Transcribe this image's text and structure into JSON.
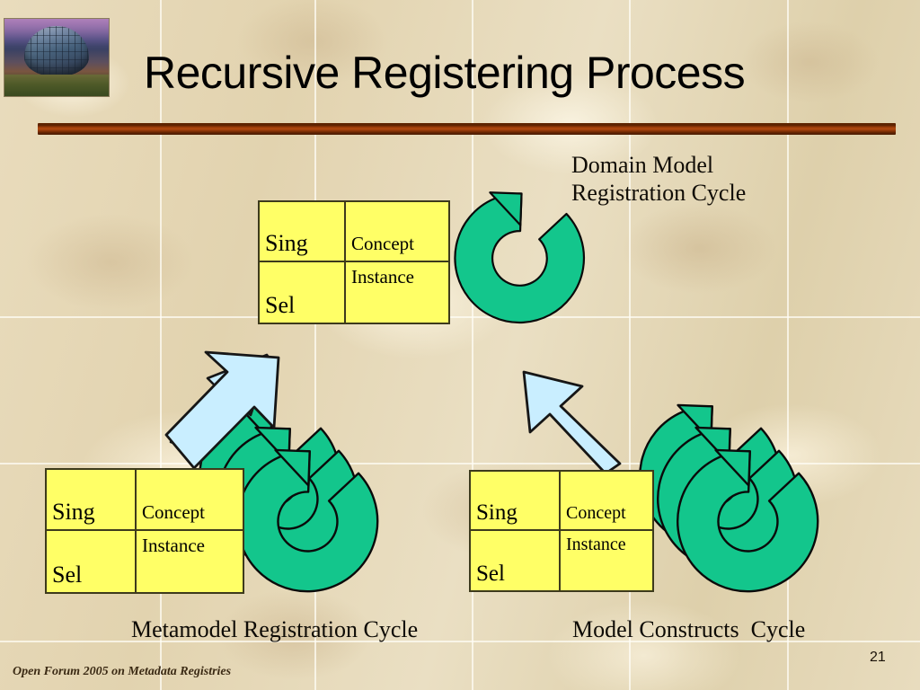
{
  "slide": {
    "title": "Recursive Registering Process",
    "page_number": "21",
    "footer": "Open Forum 2005 on Metadata Registries",
    "logo_icon": "reichstag-dome-photo",
    "background_color": "#e4d5b3",
    "accent_rule_color": "#5d2300",
    "cycle_arrow_color": "#13c68c",
    "flow_arrow_color": "#c9eeff",
    "table_fill_color": "#ffff66",
    "table_border_color": "#3d3a1c"
  },
  "captions": {
    "domain_model": "Domain Model\nRegistration Cycle",
    "metamodel_cycle": "Metamodel Registration Cycle",
    "model_constructs_cycle": "Model Constructs  Cycle"
  },
  "tables": {
    "top": {
      "name": "Domain Model table",
      "rows": [
        {
          "key": "Sing",
          "value": "Concept"
        },
        {
          "key": "Sel",
          "value": "Instance"
        }
      ]
    },
    "left": {
      "name": "Metamodel table",
      "rows": [
        {
          "key": "Sing",
          "value": "Concept"
        },
        {
          "key": "Sel",
          "value": "Instance"
        }
      ]
    },
    "right": {
      "name": "Model Constructs table",
      "rows": [
        {
          "key": "Sing",
          "value": "Concept"
        },
        {
          "key": "Sel",
          "value": "Instance"
        }
      ]
    }
  },
  "graphics": {
    "domain_cycle_arrow": "circular-arrow-icon",
    "metamodel_cycle_stack": "stacked-circular-arrows-icon",
    "constructs_cycle_stack": "stacked-circular-arrows-icon",
    "flow_arrow_left": "up-right-arrow-icon",
    "flow_arrow_right": "up-left-arrow-icon"
  }
}
